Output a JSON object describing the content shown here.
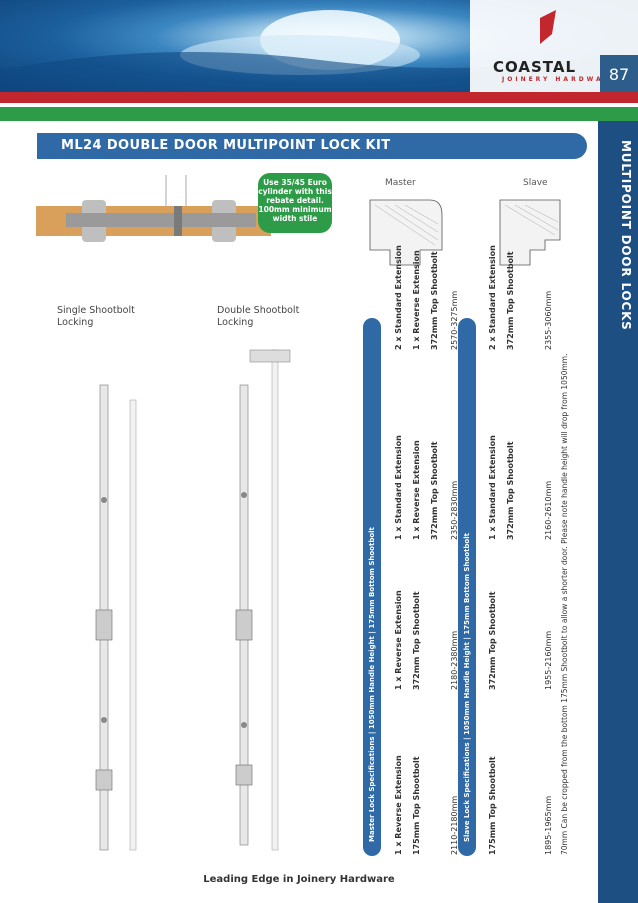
{
  "header": {
    "page_number": "87",
    "brand_name": "COASTAL",
    "brand_subtitle": "JOINERY HARDWARE"
  },
  "sidebar": {
    "label": "MULTIPOINT DOOR LOCKS"
  },
  "title": "ML24 DOUBLE DOOR MULTIPOINT LOCK KIT",
  "badge": "Use 35/45 Euro cylinder with this rebate detail. 100mm minimum width stile",
  "profiles": {
    "master_label": "Master",
    "slave_label": "Slave"
  },
  "drawings": {
    "single_label": "Single Shootbolt Locking",
    "double_label": "Double Shootbolt Locking"
  },
  "master_specs": {
    "heading": "Master Lock Specifications | 1050mm Handle Height | 175mm Bottom Shootbolt",
    "columns": [
      {
        "lines": [
          "1 x Reverse Extension",
          "175mm Top Shootbolt"
        ],
        "range": "2110-2180mm"
      },
      {
        "lines": [
          "1 x Reverse Extension",
          "372mm Top Shootbolt"
        ],
        "range": "2180-2380mm"
      },
      {
        "lines": [
          "1 x Standard Extension",
          "1 x Reverse Extension",
          "372mm Top Shootbolt"
        ],
        "range": "2350-2830mm"
      },
      {
        "lines": [
          "2 x Standard Extension",
          "1 x Reverse Extension",
          "372mm Top Shootbolt"
        ],
        "range": "2570-3275mm"
      }
    ]
  },
  "slave_specs": {
    "heading": "Slave Lock Specifications | 1050mm Handle Height | 175mm Bottom Shootbolt",
    "columns": [
      {
        "lines": [
          "175mm Top Shootbolt"
        ],
        "range": "1895-1965mm"
      },
      {
        "lines": [
          "372mm Top Shootbolt"
        ],
        "range": "1955-2160mm"
      },
      {
        "lines": [
          "1 x Standard Extension",
          "372mm Top Shootbolt"
        ],
        "range": "2160-2610mm"
      },
      {
        "lines": [
          "2 x Standard Extension",
          "372mm Top Shootbolt"
        ],
        "range": "2355-3060mm"
      }
    ]
  },
  "note": "70mm Can be cropped from the bottom 175mm Shootbolt to allow a shorter door. Please note handle height will drop from 1050mm.",
  "footer": "Leading Edge in Joinery Hardware",
  "colors": {
    "red": "#c1272d",
    "green": "#2e9b49",
    "blue": "#2f6aa6",
    "navy": "#1d4f83"
  }
}
